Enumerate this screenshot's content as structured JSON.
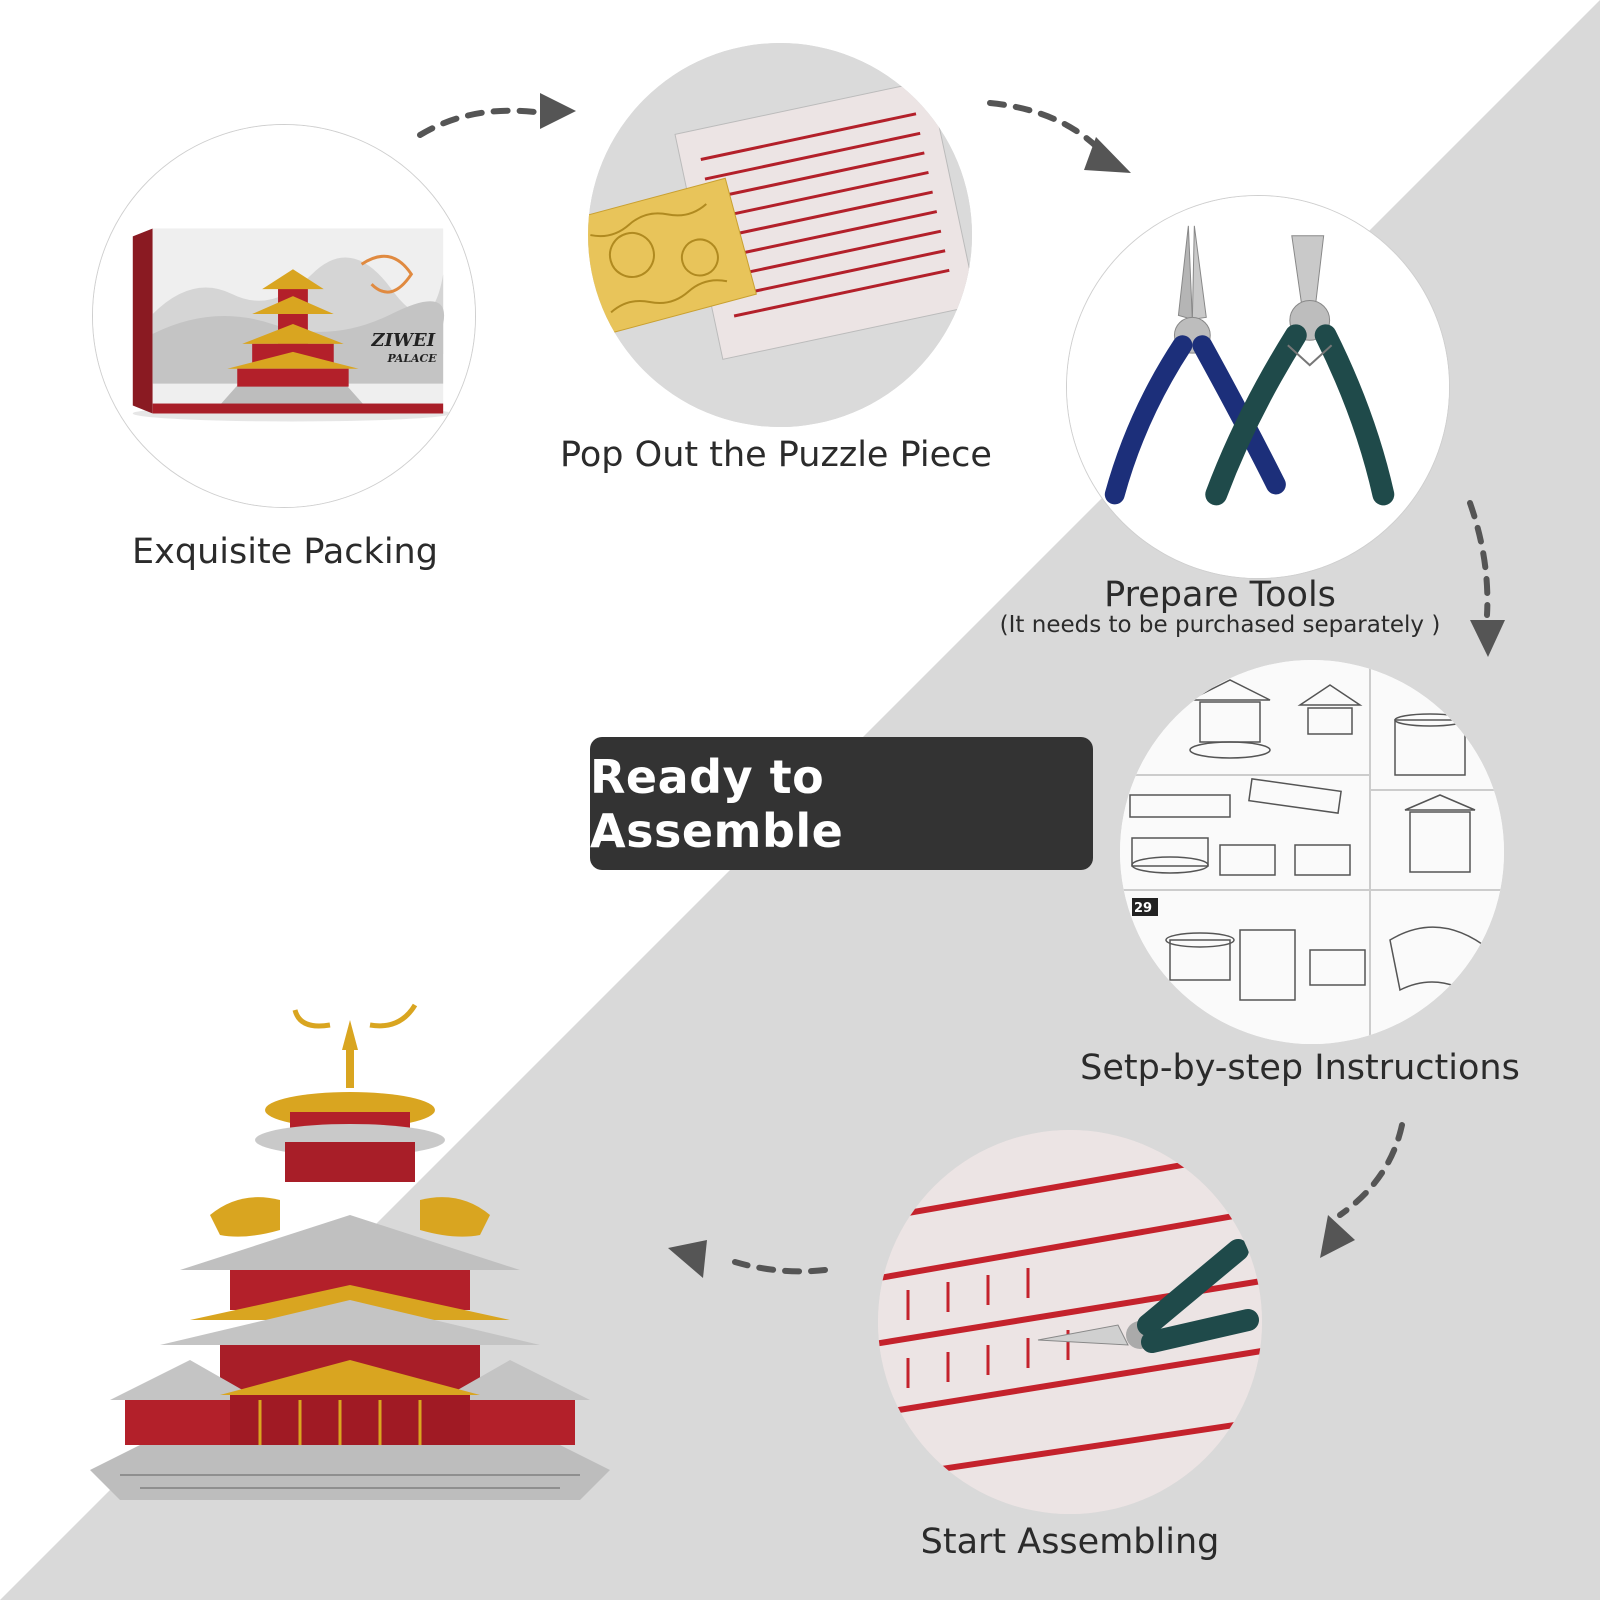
{
  "colors": {
    "background_light": "#ffffff",
    "background_gray": "#d9d9d9",
    "banner_bg": "#333333",
    "banner_text": "#ffffff",
    "arrow": "#555555",
    "palace_red": "#b3202a",
    "palace_gold": "#d9a520"
  },
  "steps": [
    {
      "label": "Exquisite Packing"
    },
    {
      "label": "Pop Out the Puzzle Piece"
    },
    {
      "label": "Prepare Tools",
      "note": "(It needs to be purchased separately  )"
    },
    {
      "label": "Setp-by-step Instructions"
    },
    {
      "label": "Start Assembling"
    }
  ],
  "banner": {
    "text": "Ready to Assemble"
  },
  "packing_box": {
    "logo_line1": "ZIWEI",
    "logo_line2": "PALACE"
  },
  "instructions_sheet": {
    "step_number": "29"
  },
  "tools": {
    "handle_left": "navy-blue",
    "handle_right": "dark-teal"
  }
}
